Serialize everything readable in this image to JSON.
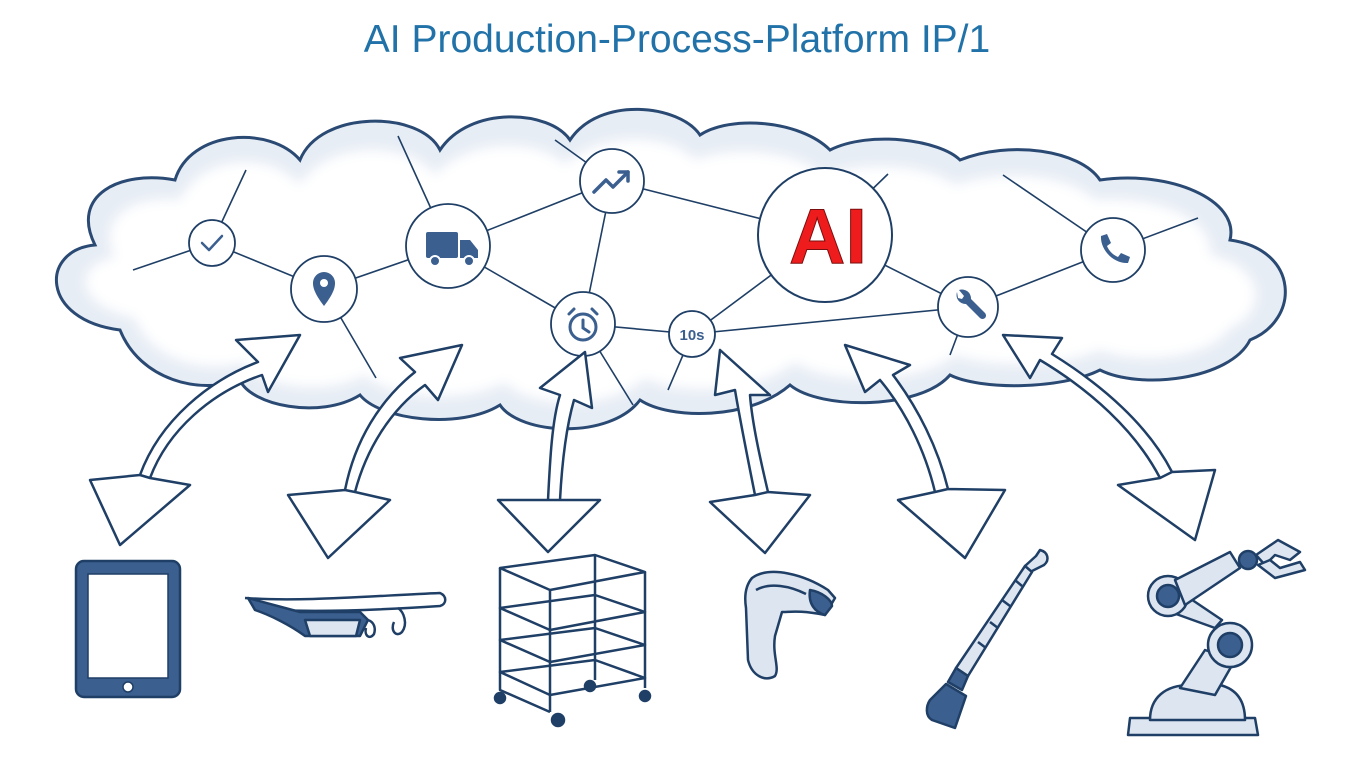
{
  "title": "AI Production-Process-Platform IP/1",
  "ai_label": "AI",
  "timer_label": "10s",
  "colors": {
    "title": "#2172a8",
    "ai_text": "#ee1c1c",
    "line": "#1f3f66",
    "icon": "#3b5f8f",
    "cloud_fill": "#dde5f0"
  },
  "nodes": [
    {
      "name": "check-node",
      "icon": "check-icon"
    },
    {
      "name": "location-node",
      "icon": "map-pin-icon"
    },
    {
      "name": "truck-node",
      "icon": "truck-icon"
    },
    {
      "name": "trend-node",
      "icon": "trending-up-icon"
    },
    {
      "name": "alarm-node",
      "icon": "alarm-clock-icon"
    },
    {
      "name": "timer-node",
      "icon": "timer-10s-icon"
    },
    {
      "name": "ai-node",
      "icon": "ai-text"
    },
    {
      "name": "wrench-node",
      "icon": "wrench-icon"
    },
    {
      "name": "phone-node",
      "icon": "phone-icon"
    }
  ],
  "devices": [
    {
      "name": "tablet",
      "icon": "tablet-icon"
    },
    {
      "name": "smart-glasses",
      "icon": "smart-glasses-icon"
    },
    {
      "name": "shelf-cart",
      "icon": "shelf-cart-icon"
    },
    {
      "name": "barcode-scanner",
      "icon": "barcode-scanner-icon"
    },
    {
      "name": "torque-wrench",
      "icon": "torque-wrench-icon"
    },
    {
      "name": "robot-arm",
      "icon": "robot-arm-icon"
    }
  ]
}
